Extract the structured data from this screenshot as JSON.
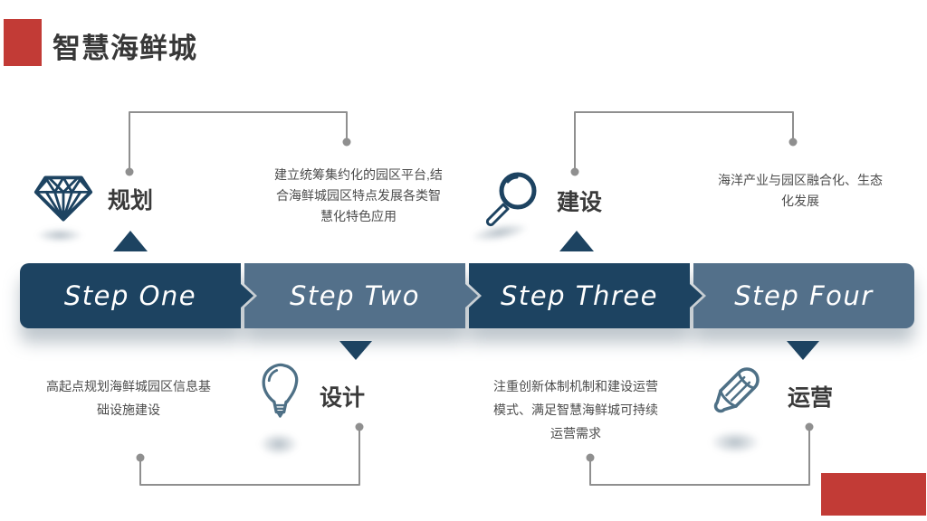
{
  "header": {
    "title": "智慧海鲜城"
  },
  "banner": {
    "steps": [
      "Step One",
      "Step Two",
      "Step Three",
      "Step Four"
    ]
  },
  "phases": {
    "planning": {
      "name": "规划",
      "icon": "diamond-icon",
      "description": "建立统筹集约化的园区平台,结\n合海鲜城园区特点发展各类智\n慧化特色应用"
    },
    "design": {
      "name": "设计",
      "icon": "lightbulb-icon",
      "description": "高起点规划海鲜城园区信息基\n础设施建设"
    },
    "construction": {
      "name": "建设",
      "icon": "magnifier-icon",
      "description": "海洋产业与园区融合化、生态\n化发展"
    },
    "operation": {
      "name": "运营",
      "icon": "pencil-icon",
      "description": "注重创新体制机制和建设运营\n模式、满足智慧海鲜城可持续\n运营需求"
    }
  },
  "colors": {
    "accent_red": "#c23b36",
    "dark_blue": "#1d4361",
    "slate_blue": "#53708a",
    "icon_blue": "#4e7086",
    "line_gray": "#8f8f8f",
    "text_dark": "#383838",
    "text_body": "#4c4c4c"
  }
}
